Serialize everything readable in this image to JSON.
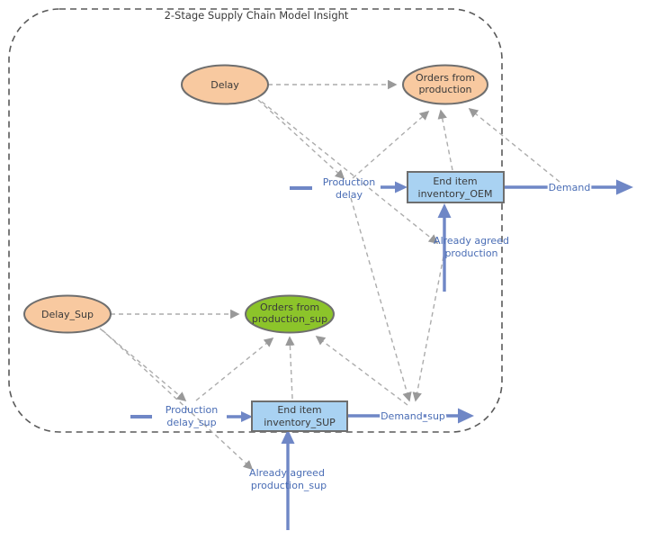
{
  "title": "2-Stage Supply Chain Model Insight",
  "colors": {
    "variable_fill": "#f8c9a0",
    "variable_sup_green_fill": "#8cc42a",
    "stock_fill": "#a9d2f2",
    "node_border": "#6e6e6e",
    "flow_blue": "#6f87c6",
    "flow_label_blue": "#4a6db5",
    "link_gray": "#acacac",
    "boundary_gray": "#5a5a5a",
    "background": "#ffffff"
  },
  "nodes": {
    "delay": {
      "label": "Delay"
    },
    "orders_oem": {
      "line1": "Orders from",
      "line2": "production"
    },
    "inventory_oem": {
      "line1": "End item",
      "line2": "inventory_OEM"
    },
    "delay_sup": {
      "label": "Delay_Sup"
    },
    "orders_sup": {
      "line1": "Orders from",
      "line2": "production_sup"
    },
    "inventory_sup": {
      "line1": "End item",
      "line2": "inventory_SUP"
    }
  },
  "flow_labels": {
    "production_delay": {
      "line1": "Production",
      "line2": "delay"
    },
    "demand": {
      "label": "Demand"
    },
    "already_agreed": {
      "line1": "Already agreed",
      "line2": "production"
    },
    "production_delay_sup": {
      "line1": "Production",
      "line2": "delay_sup"
    },
    "demand_sup": {
      "label": "Demand_sup"
    },
    "already_agreed_sup": {
      "line1": "Already agreed",
      "line2": "production_sup"
    }
  },
  "flows": [
    {
      "name": "Production delay",
      "from": "source",
      "to": "End item inventory_OEM"
    },
    {
      "name": "Demand",
      "from": "End item inventory_OEM",
      "to": "sink"
    },
    {
      "name": "Already agreed production",
      "from": "source",
      "to": "End item inventory_OEM"
    },
    {
      "name": "Production delay_sup",
      "from": "source",
      "to": "End item inventory_SUP"
    },
    {
      "name": "Demand_sup",
      "from": "End item inventory_SUP",
      "to": "sink"
    },
    {
      "name": "Already agreed production_sup",
      "from": "source",
      "to": "End item inventory_SUP"
    }
  ],
  "links": [
    {
      "from": "Delay",
      "to": "Orders from production"
    },
    {
      "from": "Delay",
      "to": "Production delay"
    },
    {
      "from": "Delay",
      "to": "Already agreed production"
    },
    {
      "from": "Production delay",
      "to": "Orders from production"
    },
    {
      "from": "End item inventory_OEM",
      "to": "Orders from production"
    },
    {
      "from": "Demand",
      "to": "Orders from production"
    },
    {
      "from": "Production delay",
      "to": "Demand_sup"
    },
    {
      "from": "Already agreed production",
      "to": "Demand_sup"
    },
    {
      "from": "Demand_sup",
      "to": "Orders from production_sup"
    },
    {
      "from": "Delay_Sup",
      "to": "Orders from production_sup"
    },
    {
      "from": "Delay_Sup",
      "to": "Production delay_sup"
    },
    {
      "from": "Delay_Sup",
      "to": "Already agreed production_sup"
    },
    {
      "from": "Production delay_sup",
      "to": "Orders from production_sup"
    },
    {
      "from": "End item inventory_SUP",
      "to": "Orders from production_sup"
    }
  ]
}
